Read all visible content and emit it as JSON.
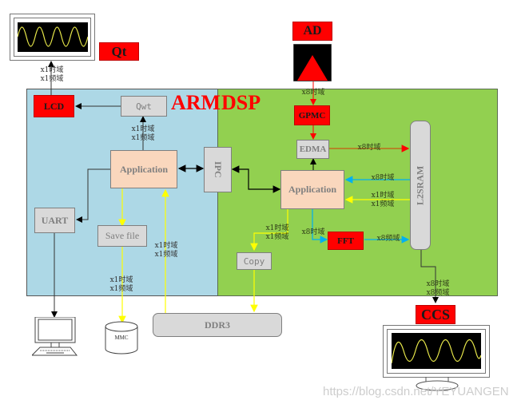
{
  "regions": {
    "arm": {
      "title": "ARM",
      "color": "#add8e6"
    },
    "dsp": {
      "title": "DSP",
      "color": "#92d050"
    }
  },
  "blocks": {
    "qt": "Qt",
    "lcd": "LCD",
    "qwt": "Qwt",
    "arm_application": "Application",
    "uart": "UART",
    "save_file": "Save file",
    "ipc": "IPC",
    "ad": "AD",
    "gpmc": "GPMC",
    "edma": "EDMA",
    "dsp_application": "Application",
    "fft": "FFT",
    "l2sram": "L2SRAM",
    "copy": "Copy",
    "ddr3": "DDR3",
    "mmc": "MMC",
    "ccs": "CCS"
  },
  "labels": {
    "qt_link": "x1时域\nx1频域",
    "qwt_link": "x1时域\nx1频域",
    "arm_ddr3_up": "x1时域\nx1频域",
    "savefile_mmc": "x1时域\nx1频域",
    "ad_gpmc": "x8时域",
    "edma_l2sram": "x8时域",
    "l2sram_app_x8": "x8时域",
    "l2sram_app_x1": "x1时域\nx1频域",
    "app_copy": "x1时域\nx1频域",
    "app_fft": "x8时域",
    "fft_l2sram": "x8频域",
    "l2sram_ccs": "x8时域\nx8频域"
  },
  "colors": {
    "red_block": "#ff0000",
    "gray_block": "#d9d9d9",
    "app_block": "#fad7bd",
    "yellow_link": "#ffff00",
    "cyan_link": "#00b0f0",
    "orange_link": "#c55a11",
    "red_link": "#ff0000"
  },
  "watermark": "https://blog.csdn.net/YEYUANGEN"
}
